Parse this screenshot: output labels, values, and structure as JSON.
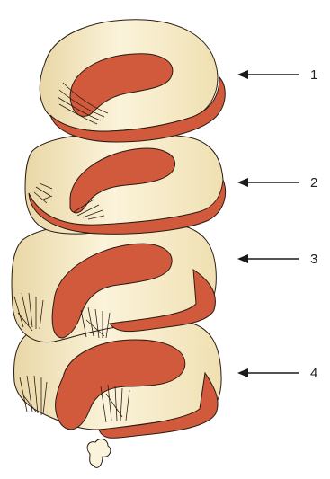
{
  "colors": {
    "tissue": "#f4e7bf",
    "tissue_light": "#fbf4dc",
    "tissue_shadow": "#e7d29d",
    "lesion": "#d25a3c",
    "lesion_dark": "#b8452d",
    "outline": "#2a1b12",
    "arrow": "#1a1a1a"
  },
  "callouts": [
    {
      "label": "1"
    },
    {
      "label": "2"
    },
    {
      "label": "3"
    },
    {
      "label": "4"
    }
  ]
}
